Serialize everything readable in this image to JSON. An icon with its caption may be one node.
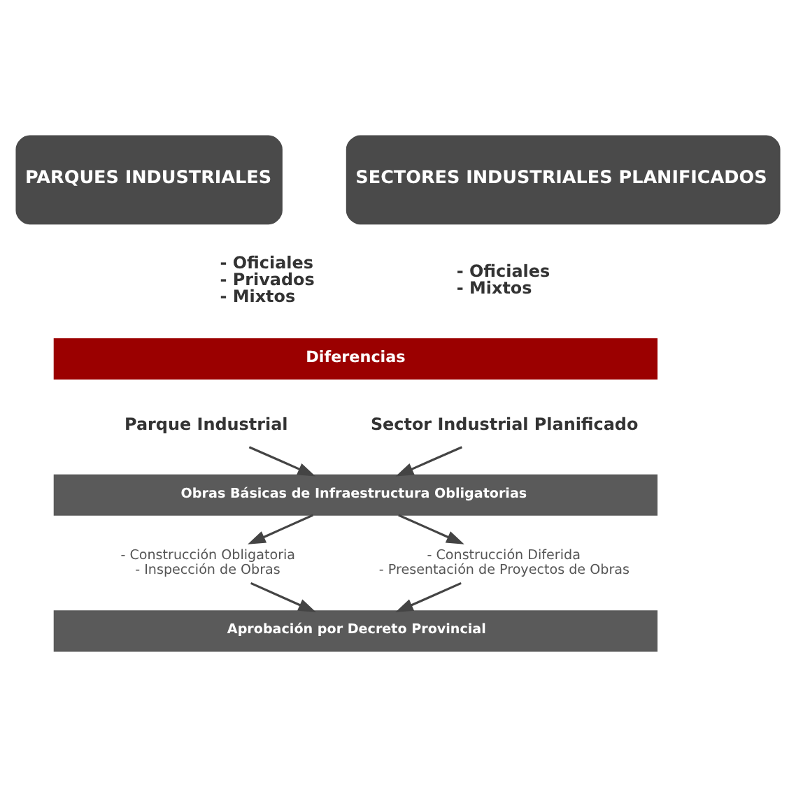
{
  "diagram": {
    "nodes": [
      {
        "text": [
          "PARQUES INDUSTRIALES"
        ],
        "beside": [
          "- Oficiales",
          "- Privados",
          "- Mixtos"
        ]
      },
      {
        "text": [
          "SECTORES INDUSTRIALES PLANIFICADOS"
        ],
        "beside": [
          "- Oficiales",
          "- Mixtos"
        ]
      },
      {
        "text": [
          "Diferencias"
        ]
      },
      {
        "text": [
          "Parque Industrial"
        ]
      },
      {
        "text": [
          "Sector Industrial Planificado"
        ]
      },
      {
        "text": [
          "Obras Básicas de Infraestructura Obligatorias"
        ]
      },
      {
        "text": [
          "- Construcción Obligatoria",
          "- Inspección de Obras"
        ]
      },
      {
        "text": [
          "- Construcción Diferida",
          "- Presentación de Proyectos de Obras"
        ]
      },
      {
        "text": [
          "Aprobación por Decreto Provincial"
        ]
      }
    ],
    "edges": [
      {
        "from": 3,
        "to": 5,
        "arrow": "to"
      },
      {
        "from": 4,
        "to": 5,
        "arrow": "to"
      },
      {
        "from": 5,
        "to": 6,
        "arrow": "to"
      },
      {
        "from": 5,
        "to": 7,
        "arrow": "to"
      },
      {
        "from": 6,
        "to": 8,
        "arrow": "to"
      },
      {
        "from": 7,
        "to": 8,
        "arrow": "to"
      }
    ]
  }
}
